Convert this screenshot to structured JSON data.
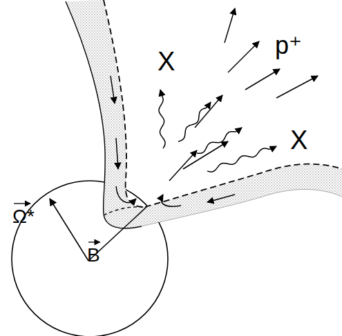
{
  "diagram": {
    "labels": [
      "X",
      "p⁺",
      "X",
      "Ω*",
      "B"
    ]
  }
}
